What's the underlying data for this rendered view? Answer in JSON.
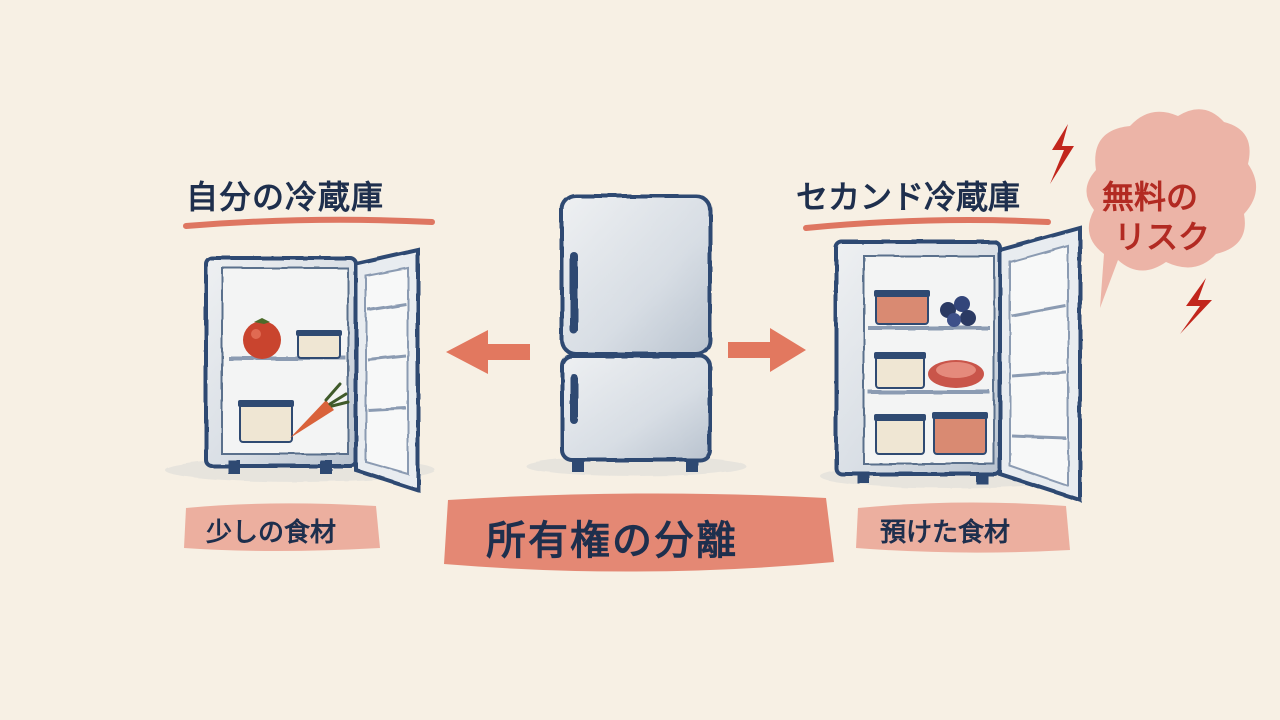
{
  "left_fridge": {
    "title": "自分の冷蔵庫",
    "caption": "少しの食材"
  },
  "right_fridge": {
    "title": "セカンド冷蔵庫",
    "caption": "預けた食材"
  },
  "center": {
    "title": "所有権の分離"
  },
  "risk_bubble": {
    "line1": "無料の",
    "line2": "リスク"
  },
  "colors": {
    "ink": "#1e2f4d",
    "accent": "#d9604a",
    "risk_red": "#b22a22",
    "paper": "#f7f0e4"
  }
}
